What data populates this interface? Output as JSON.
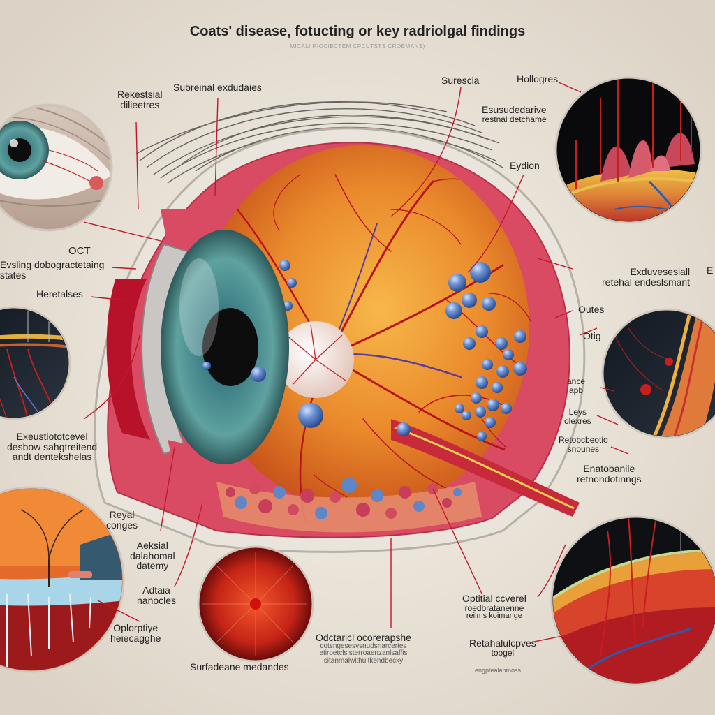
{
  "title": "Coats' disease, fotucting or key radriolgal findings",
  "subtitle": "MICALI RIOCIBCTEM CPCUTSTS CROEMANS)",
  "labels": {
    "rekestsial": "Rekestsial",
    "dilieetres": "dilieetres",
    "subretinal": "Subreinal exdudaies",
    "surescia": "Surescia",
    "hollogres": "Hollogres",
    "esusud": "Esusudedarive",
    "restnal": "restnal detchame",
    "eydion": "Eydion",
    "oct": "OCT",
    "evsling": "Evsling dobogractetaing",
    "states": "states",
    "heretalses": "Heretalses",
    "exdueses": "Exduvesesiall",
    "retehal": "retehal endeslsmant",
    "e_edge": "E",
    "outes": "Outes",
    "otig": "Otig",
    "ance": "ance",
    "apb": "apb",
    "leys": "Leys",
    "olexres": "olexres",
    "retoc": "Retobcbeotio",
    "snounes": "snounes",
    "exeus1": "Exeustiototcevel",
    "exeus2": "desbow sahgtreitend",
    "exeus3": "andt dentekshelas",
    "enato": "Enatobanile",
    "retno": "retnondotinngs",
    "reyal": "Reyal",
    "conges": "conges",
    "aeksial": "Aeksial",
    "dalahomal": "dalahomal",
    "datemy": "datemy",
    "adtaia": "Adtaia",
    "nanocles": "nanocles",
    "oplorptiye": "Oplorptiye",
    "heiecagghe": "heiecagghe",
    "optital": "Optitial ccverel",
    "rocdb": "roedbratanenne",
    "reilms": "reilms koimange",
    "odctarid": "Odctaricl ocorerapshe",
    "cotsng": "cotsngesesvsnudsnarcertes",
    "etiroet": "etiroetclsisterroaenzanlsaffis",
    "sitanm": "sitanmalwithuitkendbecky",
    "retahal": "Retahalulcpves",
    "toogel": "toogel",
    "engptealan": "engptealanmoss",
    "surfadeane": "Surfadeane medandes"
  },
  "colors": {
    "background": "#efe9df",
    "retina_orange": "#e8822a",
    "vessel_red": "#b8141c",
    "exudate_blue": "#5f86c6",
    "sclera_pink": "#d8526a",
    "iris_teal": "#3e7f86"
  },
  "icons": {
    "eye_photo": "external-eye-icon",
    "eye_cross_section": "eye-cross-section-icon",
    "retina_fundus": "fundus-icon"
  }
}
